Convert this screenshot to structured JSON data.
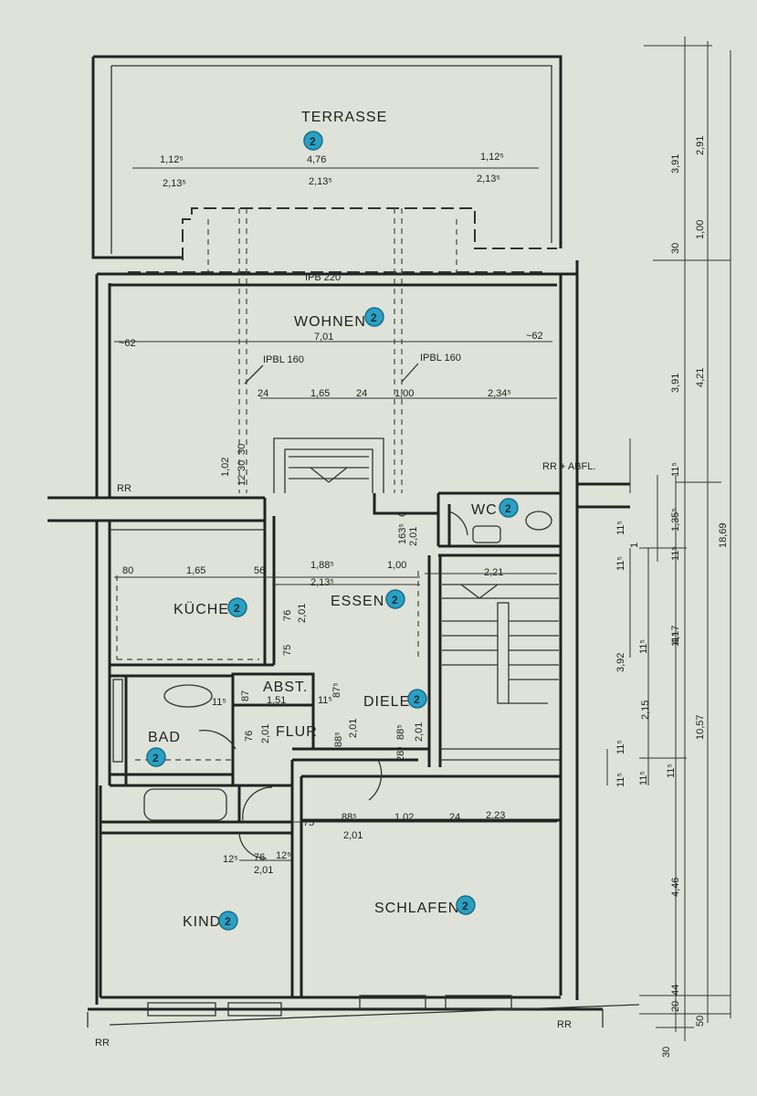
{
  "rooms": {
    "terrasse": "TERRASSE",
    "wohnen": "WOHNEN",
    "kueche": "KÜCHE",
    "essen": "ESSEN",
    "wc": "WC",
    "abst": "ABST.",
    "bad": "BAD",
    "flur": "FLUR",
    "diele": "DIELE",
    "kind": "KIND",
    "schlafen": "SCHLAFEN"
  },
  "badge": "2",
  "beams": {
    "ipb": "IPB 220",
    "ipbl_left": "IPBL 160",
    "ipbl_right": "IPBL 160"
  },
  "notes": {
    "rr": "RR",
    "rr_abfl": "RR + ABFL.",
    "rr_bottom_left": "RR",
    "rr_bottom_right": "RR"
  },
  "dims": {
    "t_112_left": "1,12⁵",
    "t_213_left": "2,13⁵",
    "t_476": "4,76",
    "t_213_mid": "2,13⁵",
    "t_112_right": "1,12⁵",
    "t_213_right": "2,13⁵",
    "w_62_left": "~62",
    "w_701": "7,01",
    "w_62_right": "~62",
    "w_24a": "24",
    "w_165": "1,65",
    "w_24b": "24",
    "w_100": "1,00",
    "w_2345": "2,34⁵",
    "st_102": "1,02",
    "st_30a": "30",
    "st_30b": "30",
    "st_12": "12",
    "k_80": "80",
    "k_165": "1,65",
    "k_56": "56",
    "e_1885": "1,88⁵",
    "e_2135": "2,13⁵",
    "e_100": "1,00",
    "e_221": "2,21",
    "e_1635": "163⁵",
    "e_6": "6",
    "e_201": "2,01",
    "e_76": "76",
    "e_201b": "2,01",
    "e_75": "75",
    "a_115": "11⁵",
    "a_87": "87",
    "a_151": "1,51",
    "a_115b": "11⁵",
    "a_875": "87⁵",
    "f_76": "76",
    "f_201": "2,01",
    "f_885": "88⁵",
    "f_201b": "2,01",
    "f_885b": "88⁵",
    "f_285": "28⁵",
    "f_201c": "2,01",
    "s_75": "75",
    "s_885": "88⁵",
    "s_201": "2,01",
    "s_102": "1,02",
    "s_24": "24",
    "s_223": "2,23",
    "kd_125a": "12⁵",
    "kd_76": "76",
    "kd_125b": "12⁵",
    "kd_201": "2,01",
    "r_391a": "3,91",
    "r_291": "2,91",
    "r_30": "30",
    "r_100": "1,00",
    "r_391b": "3,91",
    "r_421": "4,21",
    "r_115a": "11⁵",
    "r_115b": "11⁵",
    "r_1355": "1,35⁵",
    "r_1869": "18,69",
    "r_115c": "11⁵",
    "r_115d": "11⁵",
    "r_1": "1",
    "r_115e": "11⁵",
    "r_392": "3,92",
    "r_115f": "11⁵",
    "r_417": "4,17",
    "r_215": "2,15",
    "r_1057": "10,57",
    "r_115g": "11⁵",
    "r_115h": "11⁵",
    "r_115i": "11⁵",
    "r_115j": "11⁵",
    "r_446": "4,46",
    "r_20": "20",
    "r_44": "44",
    "r_50": "50",
    "r_30b": "30"
  }
}
